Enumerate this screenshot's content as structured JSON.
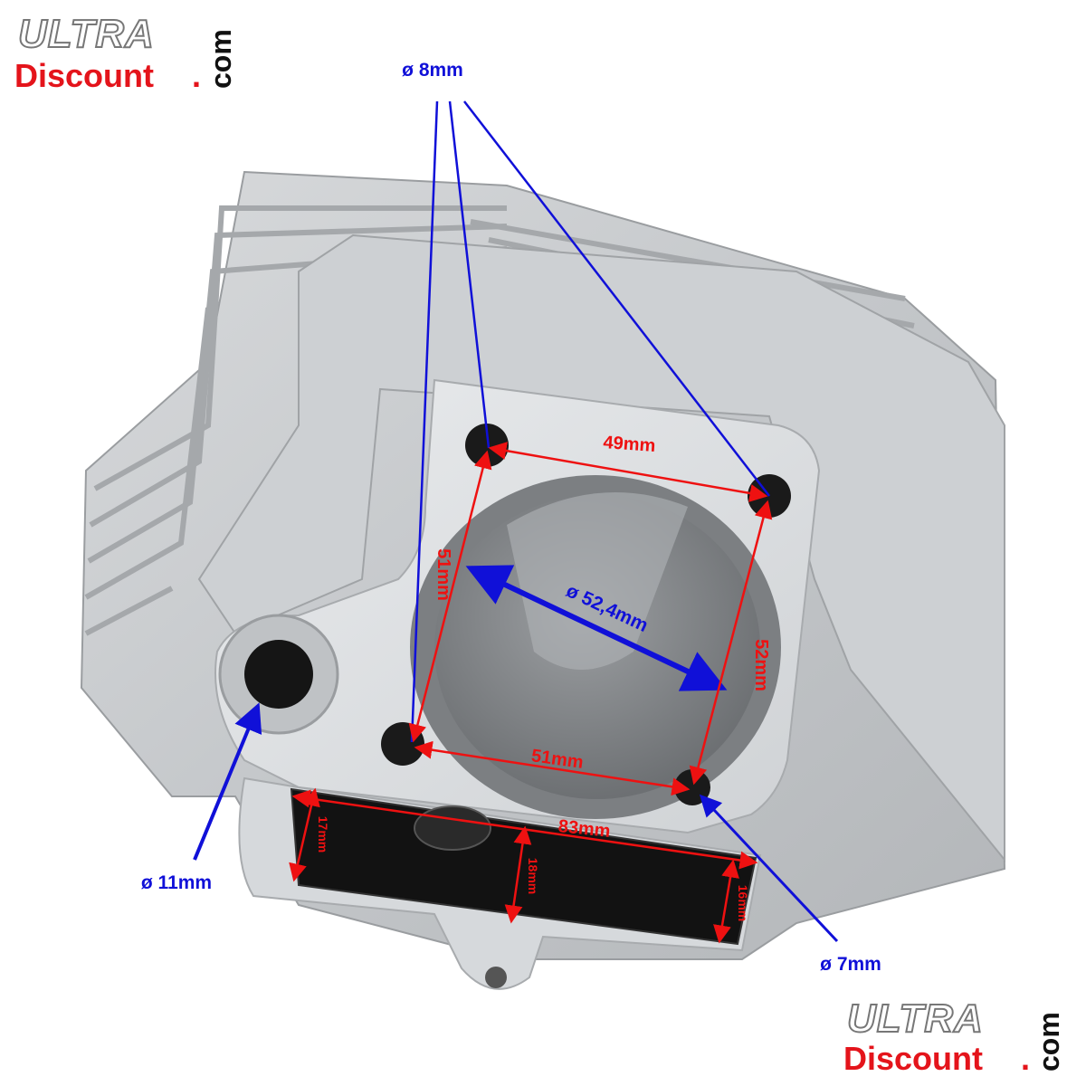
{
  "logo": {
    "ultra": "ULTRA",
    "discount": "Discount",
    "dot": ".",
    "com": "com"
  },
  "dimensions": {
    "bolt_hole_top": "ø 8mm",
    "exhaust_stud": "ø 11mm",
    "bolt_hole_bottom": "ø 7mm",
    "bore": "ø 52,4mm",
    "top_spacing": "49mm",
    "left_spacing": "51mm",
    "right_spacing": "52mm",
    "bottom_spacing": "51mm",
    "port_length": "83mm",
    "port_left_height": "17mm",
    "port_mid_height": "18mm",
    "port_right_height": "16mm"
  },
  "colors": {
    "annotation_blue": "#1010d8",
    "annotation_red": "#ee1111",
    "logo_red": "#e4141b"
  }
}
